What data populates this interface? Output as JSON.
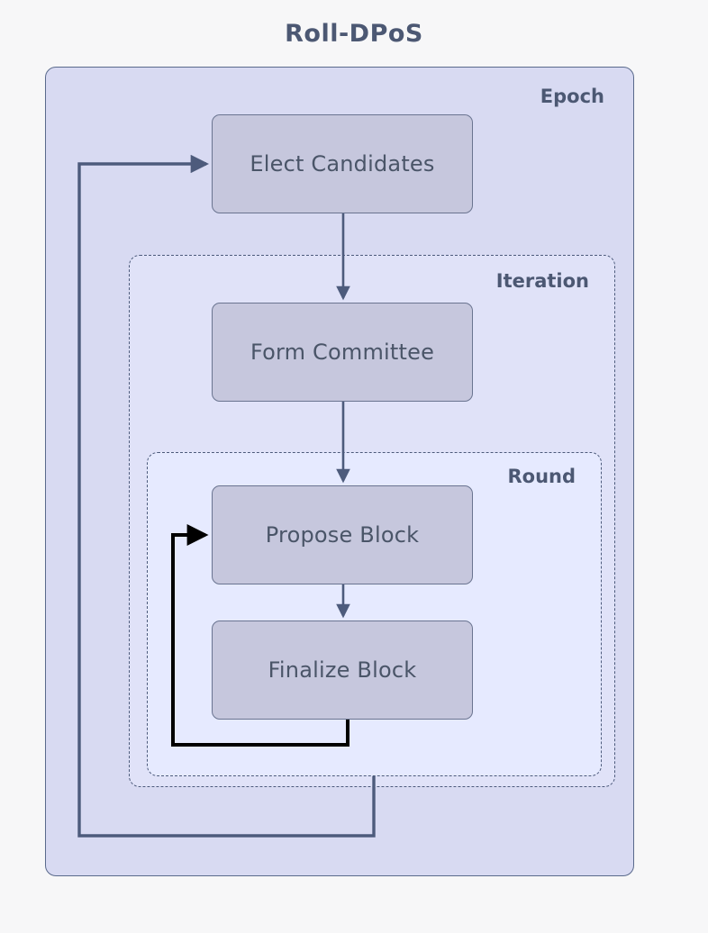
{
  "title": "Roll-DPoS",
  "colors": {
    "page_background": "#f7f7f8",
    "title_text": "#4c5873",
    "epoch_fill": "#d8daf2",
    "epoch_border": "#5a6a8c",
    "iteration_fill": "#e0e2f8",
    "iteration_border": "#4d5b7c",
    "round_fill": "#e6eaff",
    "round_border": "#4d5b7c",
    "node_fill": "#c6c7dd",
    "node_border": "#6a7490",
    "node_text": "#4a5568",
    "arrow_slate": "#4d5b7c",
    "arrow_black": "#000000"
  },
  "containers": {
    "epoch": {
      "label": "Epoch",
      "border_style": "solid"
    },
    "iteration": {
      "label": "Iteration",
      "border_style": "dashed"
    },
    "round": {
      "label": "Round",
      "border_style": "dashed"
    }
  },
  "nodes": [
    {
      "id": "elect",
      "label": "Elect Candidates"
    },
    {
      "id": "form",
      "label": "Form Committee"
    },
    {
      "id": "propose",
      "label": "Propose Block"
    },
    {
      "id": "finalize",
      "label": "Finalize Block"
    }
  ],
  "edges": [
    {
      "id": "elect-to-form",
      "from": "elect",
      "to": "form",
      "style": "straight-down",
      "color": "slate"
    },
    {
      "id": "form-to-propose",
      "from": "form",
      "to": "propose",
      "style": "straight-down",
      "color": "slate"
    },
    {
      "id": "propose-to-finalize",
      "from": "propose",
      "to": "finalize",
      "style": "straight-down",
      "color": "slate"
    },
    {
      "id": "finalize-to-propose",
      "from": "finalize",
      "to": "propose",
      "style": "loop-left",
      "color": "black"
    },
    {
      "id": "round-to-elect",
      "from": "round",
      "to": "elect",
      "style": "loop-left-outer",
      "color": "slate"
    }
  ]
}
